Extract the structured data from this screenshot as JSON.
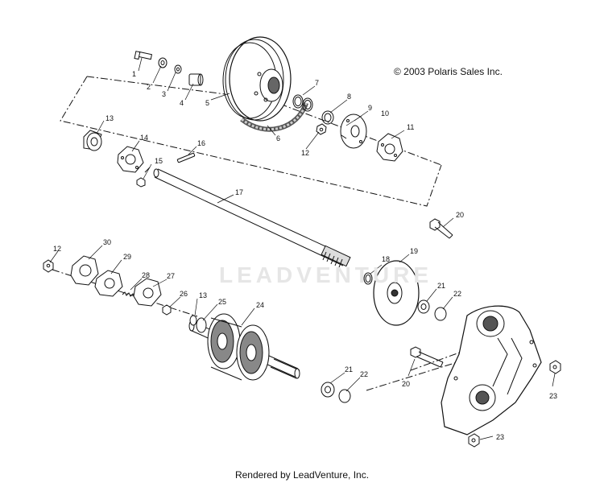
{
  "copyright": "© 2003 Polaris Sales Inc.",
  "footer": "Rendered by LeadVenture, Inc.",
  "watermark": "LEADVENTURE",
  "colors": {
    "line": "#111111",
    "part_fill": "#ffffff",
    "shade": "#9a9a9a",
    "dark": "#333333"
  },
  "callouts": {
    "c1": "1",
    "c2": "2",
    "c3": "3",
    "c4": "4",
    "c5": "5",
    "c6": "6",
    "c7": "7",
    "c8": "8",
    "c9": "9",
    "c10": "10",
    "c11": "11",
    "c12a": "12",
    "c13a": "13",
    "c14": "14",
    "c15": "15",
    "c16": "16",
    "c17": "17",
    "c20a": "20",
    "c12b": "12",
    "c30": "30",
    "c29": "29",
    "c28": "28",
    "c27": "27",
    "c26": "26",
    "c13b": "13",
    "c25": "25",
    "c24": "24",
    "c18": "18",
    "c19": "19",
    "c21a": "21",
    "c22a": "22",
    "c21b": "21",
    "c22b": "22",
    "c20b": "20",
    "c23a": "23",
    "c23b": "23"
  }
}
